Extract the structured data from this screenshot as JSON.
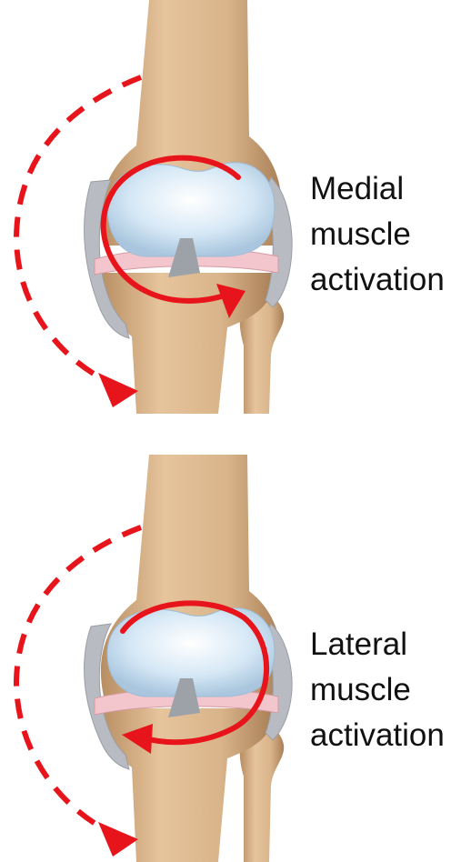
{
  "panels": [
    {
      "id": "medial",
      "caption_lines": [
        "Medial",
        "muscle",
        "activation"
      ],
      "rotation_direction": "counterclockwise"
    },
    {
      "id": "lateral",
      "caption_lines": [
        "Lateral",
        "muscle",
        "activation"
      ],
      "rotation_direction": "clockwise"
    }
  ],
  "colors": {
    "arrow_red": "#e8141b",
    "bone": "#d9b48a",
    "bone_shadow": "#b88d62",
    "cartilage": "#cfe3f3",
    "ligament": "#b8bcc2",
    "meniscus": "#f2c6cc"
  }
}
